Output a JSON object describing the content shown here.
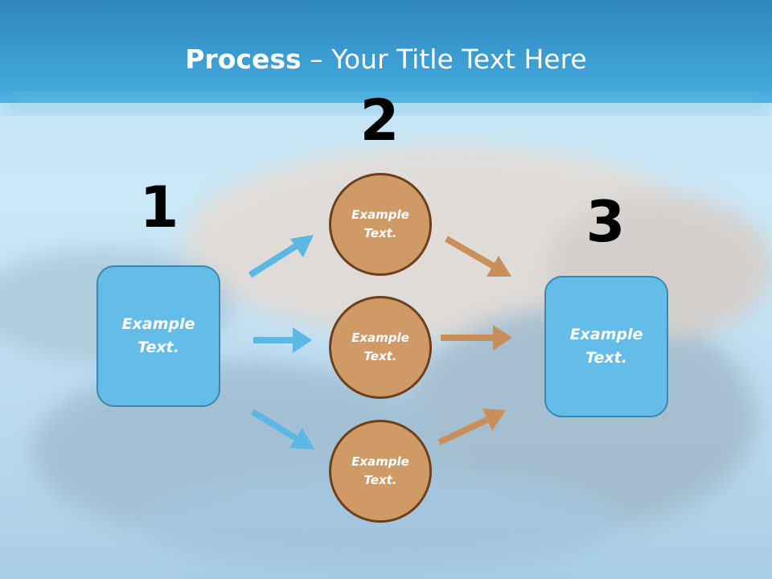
{
  "slide": {
    "title_bold": "Process",
    "title_sep": " – ",
    "title_rest": "Your Title Text Here"
  },
  "steps": {
    "step1": {
      "number": "1",
      "text": "Example Text."
    },
    "step2": {
      "number": "2",
      "circles": [
        {
          "text": "Example Text."
        },
        {
          "text": "Example Text."
        },
        {
          "text": "Example Text."
        }
      ]
    },
    "step3": {
      "number": "3",
      "text": "Example Text."
    }
  },
  "colors": {
    "box_fill": "#63bde8",
    "box_border": "#3f86ad",
    "circle_fill": "#d09a66",
    "circle_border": "#6e3f1c",
    "arrow_blue": "#5bb7e4",
    "arrow_orange": "#c98f5a",
    "header_band": "#3aa0d3"
  }
}
